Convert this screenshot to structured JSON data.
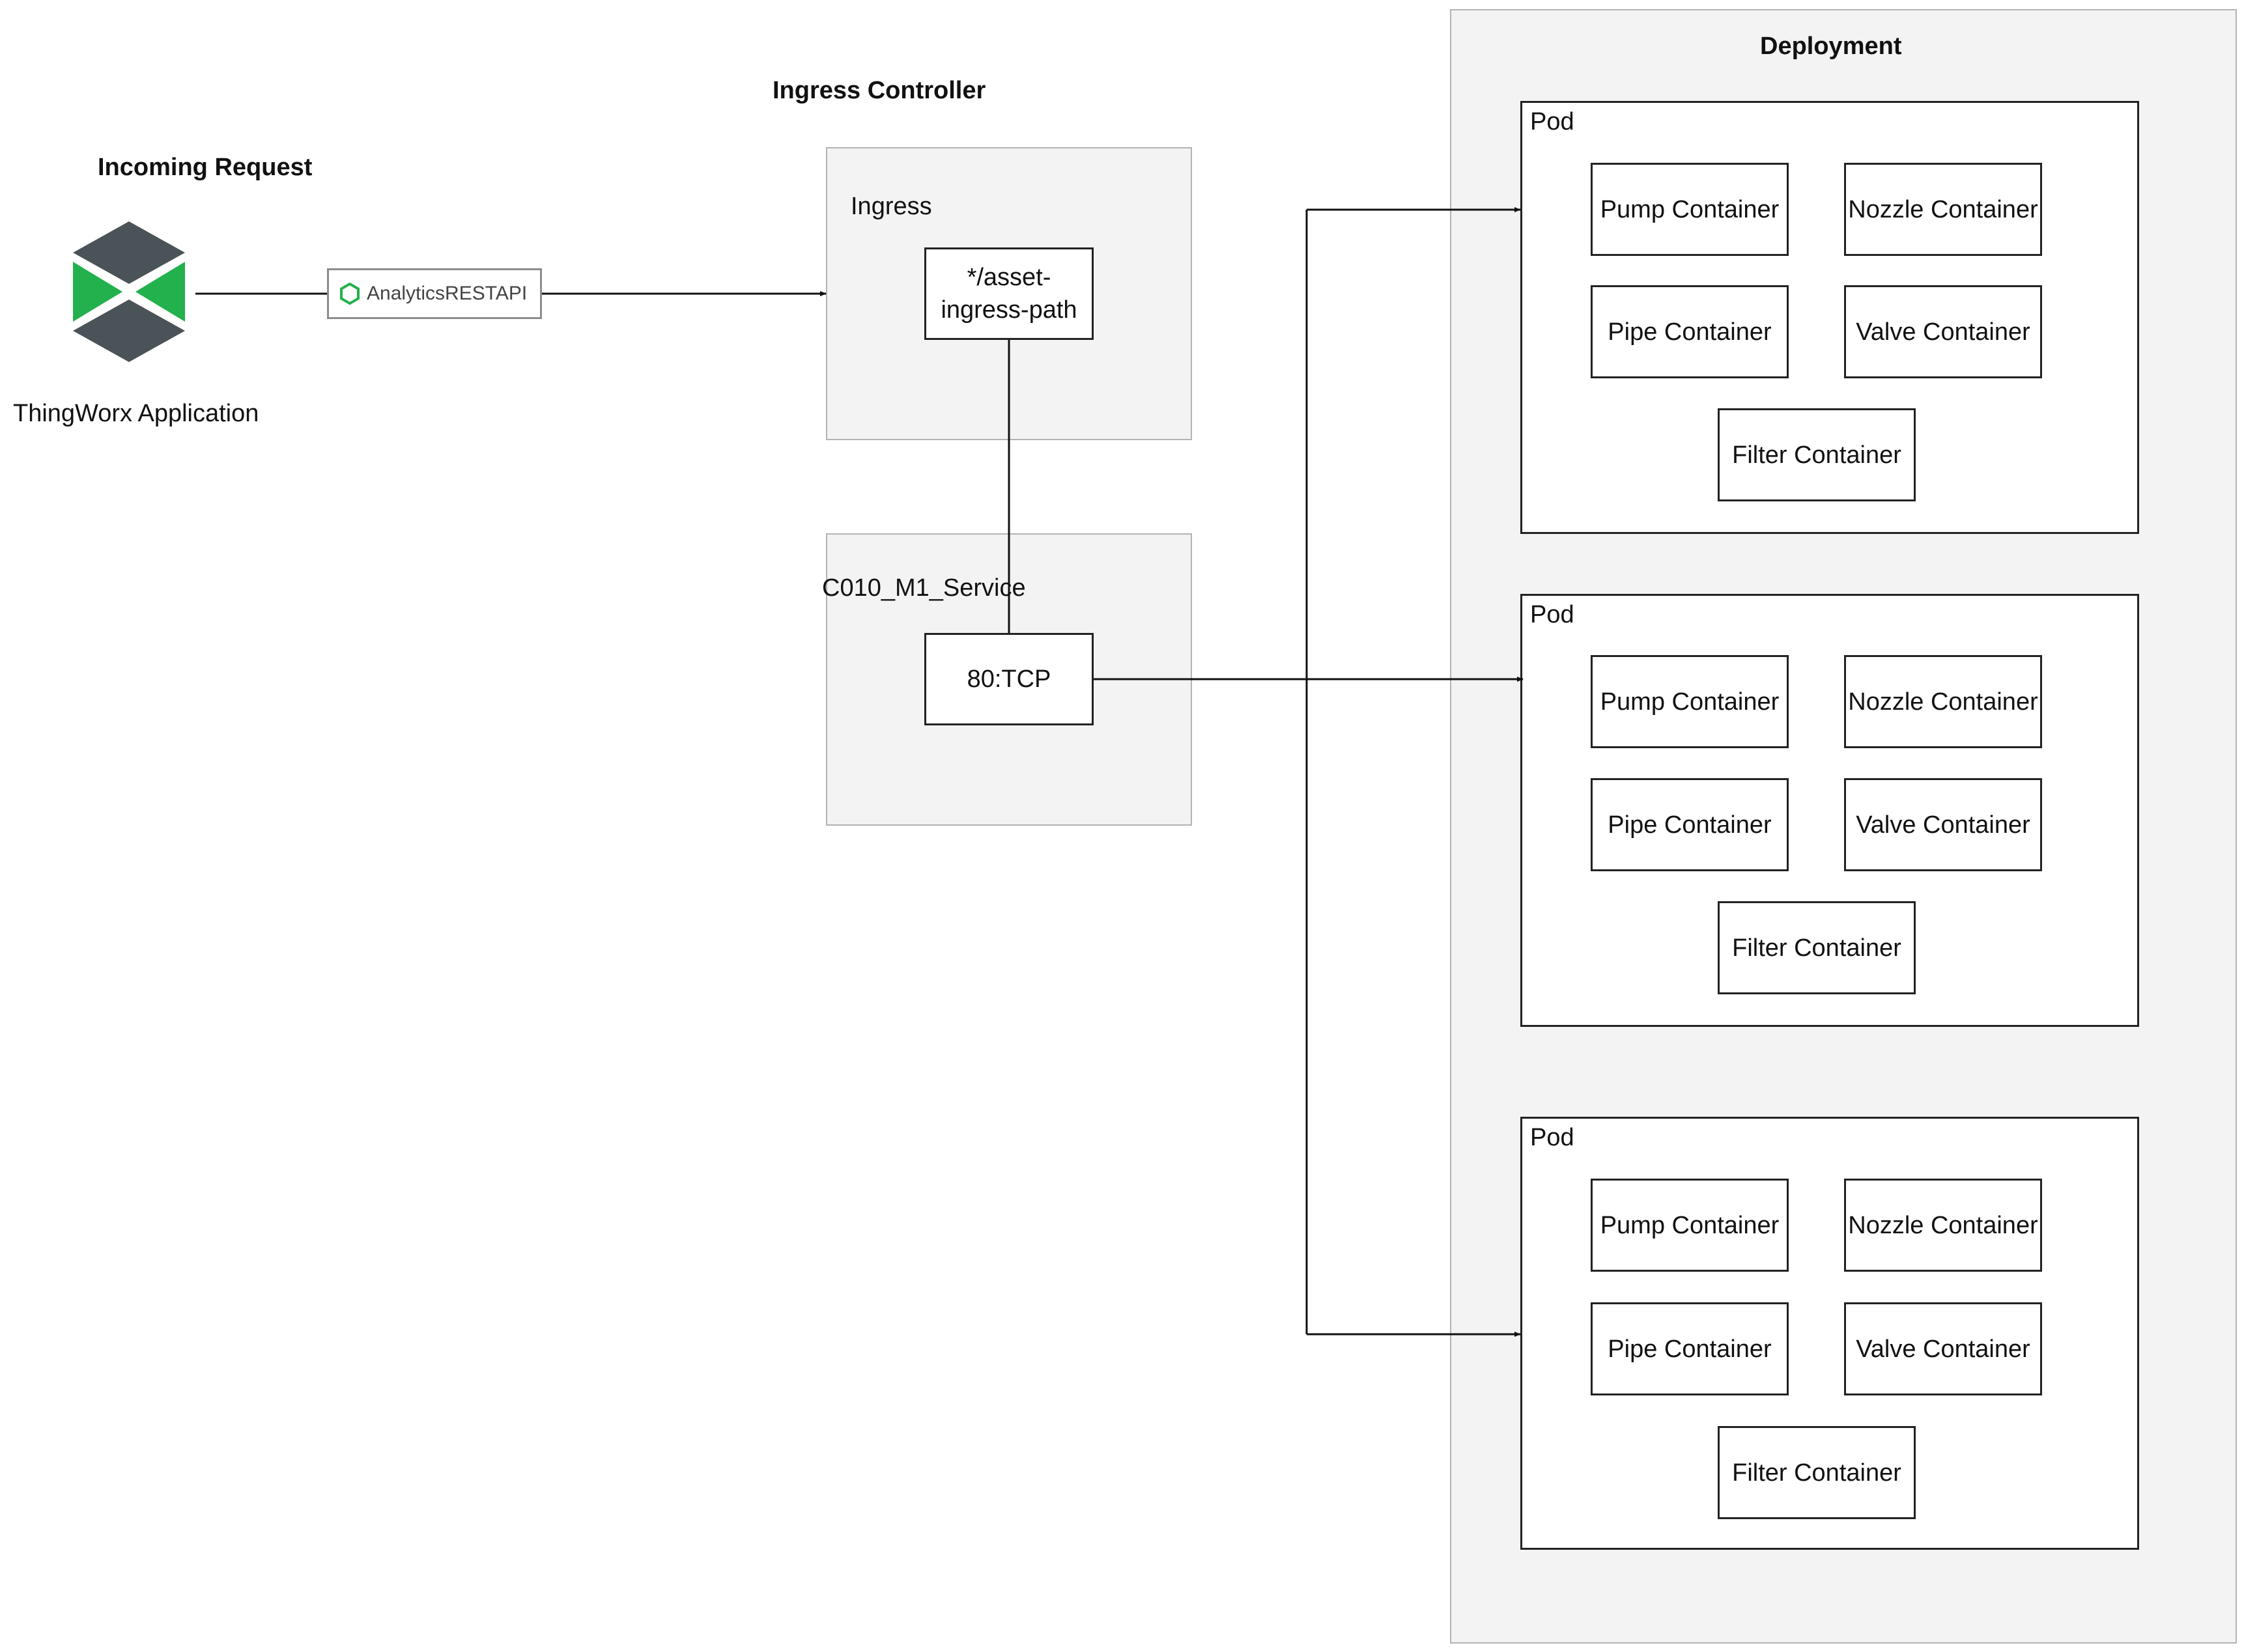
{
  "incoming": {
    "heading": "Incoming Request",
    "app_label": "ThingWorx Application",
    "logo_colors": {
      "dark": "#4a5358",
      "green": "#22b14c"
    },
    "api_tag": {
      "label": "AnalyticsRESTAPI",
      "icon": "hexagon-icon",
      "icon_color": "#22b14c"
    }
  },
  "ingress_controller": {
    "heading": "Ingress Controller",
    "ingress": {
      "label": "Ingress",
      "path_line1": "*/asset-",
      "path_line2": "ingress-path"
    },
    "service": {
      "label": "C010_M1_Service",
      "port": "80:TCP"
    }
  },
  "deployment": {
    "heading": "Deployment",
    "pods": [
      {
        "label": "Pod",
        "containers": {
          "pump": "Pump Container",
          "nozzle": "Nozzle Container",
          "pipe": "Pipe Container",
          "valve": "Valve Container",
          "filter": "Filter Container"
        }
      },
      {
        "label": "Pod",
        "containers": {
          "pump": "Pump Container",
          "nozzle": "Nozzle Container",
          "pipe": "Pipe Container",
          "valve": "Valve Container",
          "filter": "Filter Container"
        }
      },
      {
        "label": "Pod",
        "containers": {
          "pump": "Pump Container",
          "nozzle": "Nozzle Container",
          "pipe": "Pipe Container",
          "valve": "Valve Container",
          "filter": "Filter Container"
        }
      }
    ]
  },
  "colors": {
    "panel_bg": "#f3f3f3",
    "panel_border": "#b3b3b3",
    "line": "#111111"
  }
}
